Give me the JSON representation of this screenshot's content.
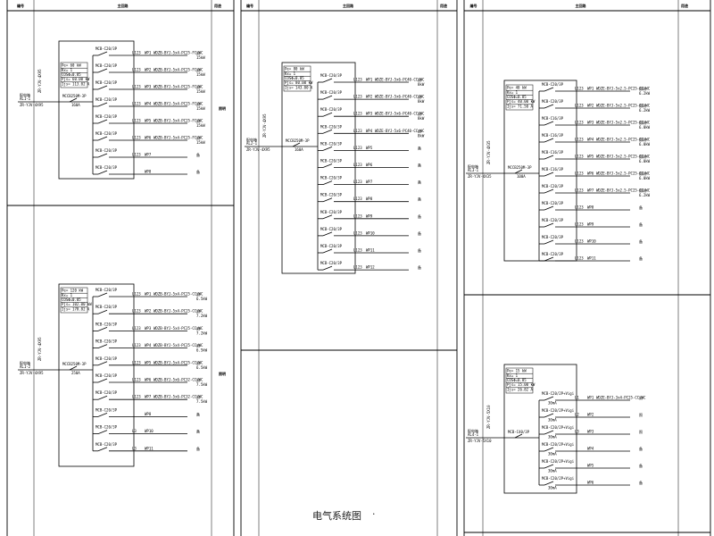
{
  "title": "电气系统图",
  "title_suffix": "·",
  "header": {
    "col_no": "编号",
    "col_main": "主回路",
    "col_use": "用途"
  },
  "boxes": [
    {
      "id": "p1",
      "info": [
        "Pe= 60 kW",
        "Kx= 1",
        "COSΦ=0.85",
        "Pjs= 60.00 kW",
        "Ijs= 113.02 A"
      ],
      "incoming_breaker": "MCCB250M-3P",
      "incoming_rating": "160A",
      "left_cable": "ZR-YJV-4X95",
      "left_tag": "配电箱",
      "left_tag2": "AL1-1",
      "right_tag": "照明",
      "circuits": [
        {
          "breaker": "MCB-C20/3P",
          "line": "L123",
          "id": "WP1",
          "cable": "WDZB-BYJ-5x4-PC25-FC,WC",
          "use": "照",
          "power": "15kW"
        },
        {
          "breaker": "MCB-C20/3P",
          "line": "L123",
          "id": "WP2",
          "cable": "WDZB-BYJ-5x4-PC25-FC,WC",
          "use": "照",
          "power": "15kW"
        },
        {
          "breaker": "MCB-C20/3P",
          "line": "L123",
          "id": "WP3",
          "cable": "WDZB-BYJ-5x4-PC25-FC,WC",
          "use": "照",
          "power": "15kW"
        },
        {
          "breaker": "MCB-C20/3P",
          "line": "L123",
          "id": "WP4",
          "cable": "WDZB-BYJ-5x4-PC25-FC,WC",
          "use": "照",
          "power": "15kW"
        },
        {
          "breaker": "MCB-C20/3P",
          "line": "L123",
          "id": "WP5",
          "cable": "WDZB-BYJ-5x4-PC25-FC,WC",
          "use": "照",
          "power": "15kW"
        },
        {
          "breaker": "MCB-C20/3P",
          "line": "L123",
          "id": "WP6",
          "cable": "WDZB-BYJ-5x4-PC25-FC,WC",
          "use": "照",
          "power": "15kW"
        },
        {
          "breaker": "MCB-C20/3P",
          "line": "L123",
          "id": "WP7",
          "cable": "",
          "use": "备",
          "power": ""
        },
        {
          "breaker": "MCB-C20/3P",
          "line": "",
          "id": "WP8",
          "cable": "",
          "use": "备",
          "power": ""
        }
      ]
    },
    {
      "id": "p2",
      "info": [
        "Pe= 120 kW",
        "Kx= 1",
        "COSΦ=0.85",
        "Pjs= 102.00 kW",
        "Ijs= 178.82 A"
      ],
      "incoming_breaker": "MCCB250M-3P",
      "incoming_rating": "250A",
      "left_cable": "ZR-YJV-4X95",
      "left_tag": "配电箱",
      "left_tag2": "AL1-2",
      "right_tag": "照明",
      "circuits": [
        {
          "breaker": "MCB-C20/3P",
          "line": "L123",
          "id": "WP1",
          "cable": "WDZB-BYJ-5x4-PC25-CC,WC",
          "use": "照",
          "power": "6.5kW"
        },
        {
          "breaker": "MCB-C20/3P",
          "line": "L123",
          "id": "WP2",
          "cable": "WDZB-BYJ-5x4-PC25-CC,WC",
          "use": "照",
          "power": "7.2kW"
        },
        {
          "breaker": "MCB-C20/3P",
          "line": "L123",
          "id": "WP3",
          "cable": "WDZB-BYJ-5x4-PC25-CC,WC",
          "use": "照",
          "power": "7.2kW"
        },
        {
          "breaker": "MCB-C20/3P",
          "line": "L123",
          "id": "WP4",
          "cable": "WDZB-BYJ-5x4-PC25-CC,WC",
          "use": "照",
          "power": "6.5kW"
        },
        {
          "breaker": "MCB-C20/3P",
          "line": "L123",
          "id": "WP5",
          "cable": "WDZB-BYJ-5x4-PC25-CC,WC",
          "use": "照",
          "power": "6.5kW"
        },
        {
          "breaker": "MCB-C20/3P",
          "line": "L123",
          "id": "WP6",
          "cable": "WDZB-BYJ-5x6-PC32-CC,WC",
          "use": "照",
          "power": "7.5kW"
        },
        {
          "breaker": "MCB-C20/3P",
          "line": "L123",
          "id": "WP7",
          "cable": "WDZB-BYJ-5x6-PC32-CC,WC",
          "use": "照",
          "power": "7.5kW"
        },
        {
          "breaker": "MCB-C20/3P",
          "line": "",
          "id": "WP8",
          "cable": "",
          "use": "备",
          "power": ""
        },
        {
          "breaker": "MCB-C20/3P",
          "line": "L3",
          "id": "WP10",
          "cable": "",
          "use": "备",
          "power": ""
        },
        {
          "breaker": "MCB-C20/3P",
          "line": "L3",
          "id": "WP11",
          "cable": "",
          "use": "备",
          "power": ""
        }
      ]
    },
    {
      "id": "p3",
      "info": [
        "Pe= 80 kW",
        "Kx= 1",
        "COSΦ=0.85",
        "Pjs= 80.00 kW",
        "Ijs= 143.00 A"
      ],
      "incoming_breaker": "MCCB250M-3P",
      "incoming_rating": "160A",
      "left_cable": "ZR-YJV-4X95",
      "left_tag": "配电箱",
      "left_tag2": "AL2-1",
      "right_tag": "",
      "circuits": [
        {
          "breaker": "MCB-C20/3P",
          "line": "L123",
          "id": "WP1",
          "cable": "WDZE-BYJ-5x6-PC40-CC,WC",
          "use": "照",
          "power": "8kW"
        },
        {
          "breaker": "MCB-C20/3P",
          "line": "L123",
          "id": "WP2",
          "cable": "WDZE-BYJ-5x6-PC40-CC,WC",
          "use": "照",
          "power": "8kW"
        },
        {
          "breaker": "MCB-C20/3P",
          "line": "L123",
          "id": "WP3",
          "cable": "WDZE-BYJ-5x6-PC40-CC,WC",
          "use": "照",
          "power": "8kW"
        },
        {
          "breaker": "MCB-C20/3P",
          "line": "L123",
          "id": "WP4",
          "cable": "WDZE-BYJ-5x6-PC40-CC,WC",
          "use": "照",
          "power": "8kW"
        },
        {
          "breaker": "MCB-C20/3P",
          "line": "L123",
          "id": "WP5",
          "cable": "",
          "use": "备",
          "power": ""
        },
        {
          "breaker": "MCB-C20/3P",
          "line": "L123",
          "id": "WP6",
          "cable": "",
          "use": "备",
          "power": ""
        },
        {
          "breaker": "MCB-C20/3P",
          "line": "L123",
          "id": "WP7",
          "cable": "",
          "use": "备",
          "power": ""
        },
        {
          "breaker": "MCB-C20/3P",
          "line": "L123",
          "id": "WP8",
          "cable": "",
          "use": "备",
          "power": ""
        },
        {
          "breaker": "MCB-C20/3P",
          "line": "L123",
          "id": "WP9",
          "cable": "",
          "use": "备",
          "power": ""
        },
        {
          "breaker": "MCB-C20/3P",
          "line": "L123",
          "id": "WP10",
          "cable": "",
          "use": "备",
          "power": ""
        },
        {
          "breaker": "MCB-C20/3P",
          "line": "L123",
          "id": "WP11",
          "cable": "",
          "use": "备",
          "power": ""
        },
        {
          "breaker": "MCB-C20/3P",
          "line": "L123",
          "id": "WP12",
          "cable": "",
          "use": "备",
          "power": ""
        }
      ]
    },
    {
      "id": "p4",
      "info": [
        "Pe= 40 kW",
        "Kx= 1",
        "COSΦ=0.85",
        "Pjs= 40.00 kW",
        "Ijs= 71.50 A"
      ],
      "incoming_breaker": "MCCB250M-3P",
      "incoming_rating": "100A",
      "left_cable": "ZR-YJV-4X35",
      "left_tag": "配电箱",
      "left_tag2": "AL3-1",
      "right_tag": "",
      "circuits": [
        {
          "breaker": "MCB-C20/3P",
          "line": "L123",
          "id": "WP1",
          "cable": "WDZE-BYJ-5x2.5-PC25-CC,WC",
          "use": "照明",
          "power": "6.2kW"
        },
        {
          "breaker": "MCB-C20/3P",
          "line": "L123",
          "id": "WP2",
          "cable": "WDZE-BYJ-5x2.5-PC25-CC,WC",
          "use": "照明",
          "power": "6.2kW"
        },
        {
          "breaker": "MCB-C16/3P",
          "line": "L123",
          "id": "WP3",
          "cable": "WDZE-BYJ-5x2.5-PC25-CC,WC",
          "use": "照明",
          "power": "6.0kW"
        },
        {
          "breaker": "MCB-C16/3P",
          "line": "L123",
          "id": "WP4",
          "cable": "WDZE-BYJ-5x2.5-PC25-CC,WC",
          "use": "照明",
          "power": "6.0kW"
        },
        {
          "breaker": "MCB-C16/3P",
          "line": "L123",
          "id": "WP5",
          "cable": "WDZE-BYJ-5x2.5-PC25-CC,WC",
          "use": "照明",
          "power": "6.0kW"
        },
        {
          "breaker": "MCB-C16/3P",
          "line": "L123",
          "id": "WP6",
          "cable": "WDZE-BYJ-5x2.5-PC25-CC,WC",
          "use": "照明",
          "power": "6.0kW"
        },
        {
          "breaker": "MCB-C20/3P",
          "line": "L123",
          "id": "WP7",
          "cable": "WDZE-BYJ-5x2.5-PC25-CC,WC",
          "use": "照明",
          "power": "6.2kW"
        },
        {
          "breaker": "MCB-C20/3P",
          "line": "L123",
          "id": "WP8",
          "cable": "",
          "use": "备",
          "power": ""
        },
        {
          "breaker": "MCB-C20/3P",
          "line": "L123",
          "id": "WP9",
          "cable": "",
          "use": "备",
          "power": ""
        },
        {
          "breaker": "MCB-C20/3P",
          "line": "L123",
          "id": "WP10",
          "cable": "",
          "use": "备",
          "power": ""
        },
        {
          "breaker": "MCB-C20/3P",
          "line": "L123",
          "id": "WP11",
          "cable": "",
          "use": "备",
          "power": ""
        }
      ]
    },
    {
      "id": "p5",
      "info": [
        "Pe= 15 kW",
        "Kx= 1",
        "COSΦ=0.85",
        "Pjs= 15.00 kW",
        "Ijs= 26.82 A"
      ],
      "incoming_breaker": "MCB-C40/3P",
      "incoming_rating": "",
      "left_cable": "ZR-YJV-5X10",
      "left_tag": "配电箱",
      "left_tag2": "AL4-1",
      "right_tag": "",
      "circuits": [
        {
          "breaker": "MCB-C20/2P+Vigi",
          "rcd": "30mA",
          "line": "L1",
          "id": "WP1",
          "cable": "WDZE-BYJ-3x4-PC25-CC,WC",
          "use": "照",
          "power": ""
        },
        {
          "breaker": "MCB-C20/2P+Vigi",
          "rcd": "30mA",
          "line": "L2",
          "id": "WP2",
          "cable": "",
          "use": "照",
          "power": ""
        },
        {
          "breaker": "MCB-C20/2P+Vigi",
          "rcd": "30mA",
          "line": "L3",
          "id": "WP3",
          "cable": "",
          "use": "照",
          "power": ""
        },
        {
          "breaker": "MCB-C20/2P+Vigi",
          "rcd": "30mA",
          "line": "",
          "id": "WP4",
          "cable": "",
          "use": "备",
          "power": ""
        },
        {
          "breaker": "MCB-C20/2P+Vigi",
          "rcd": "30mA",
          "line": "",
          "id": "WP5",
          "cable": "",
          "use": "备",
          "power": ""
        },
        {
          "breaker": "MCB-C20/2P+Vigi",
          "rcd": "30mA",
          "line": "",
          "id": "WP6",
          "cable": "",
          "use": "备",
          "power": ""
        }
      ]
    }
  ]
}
